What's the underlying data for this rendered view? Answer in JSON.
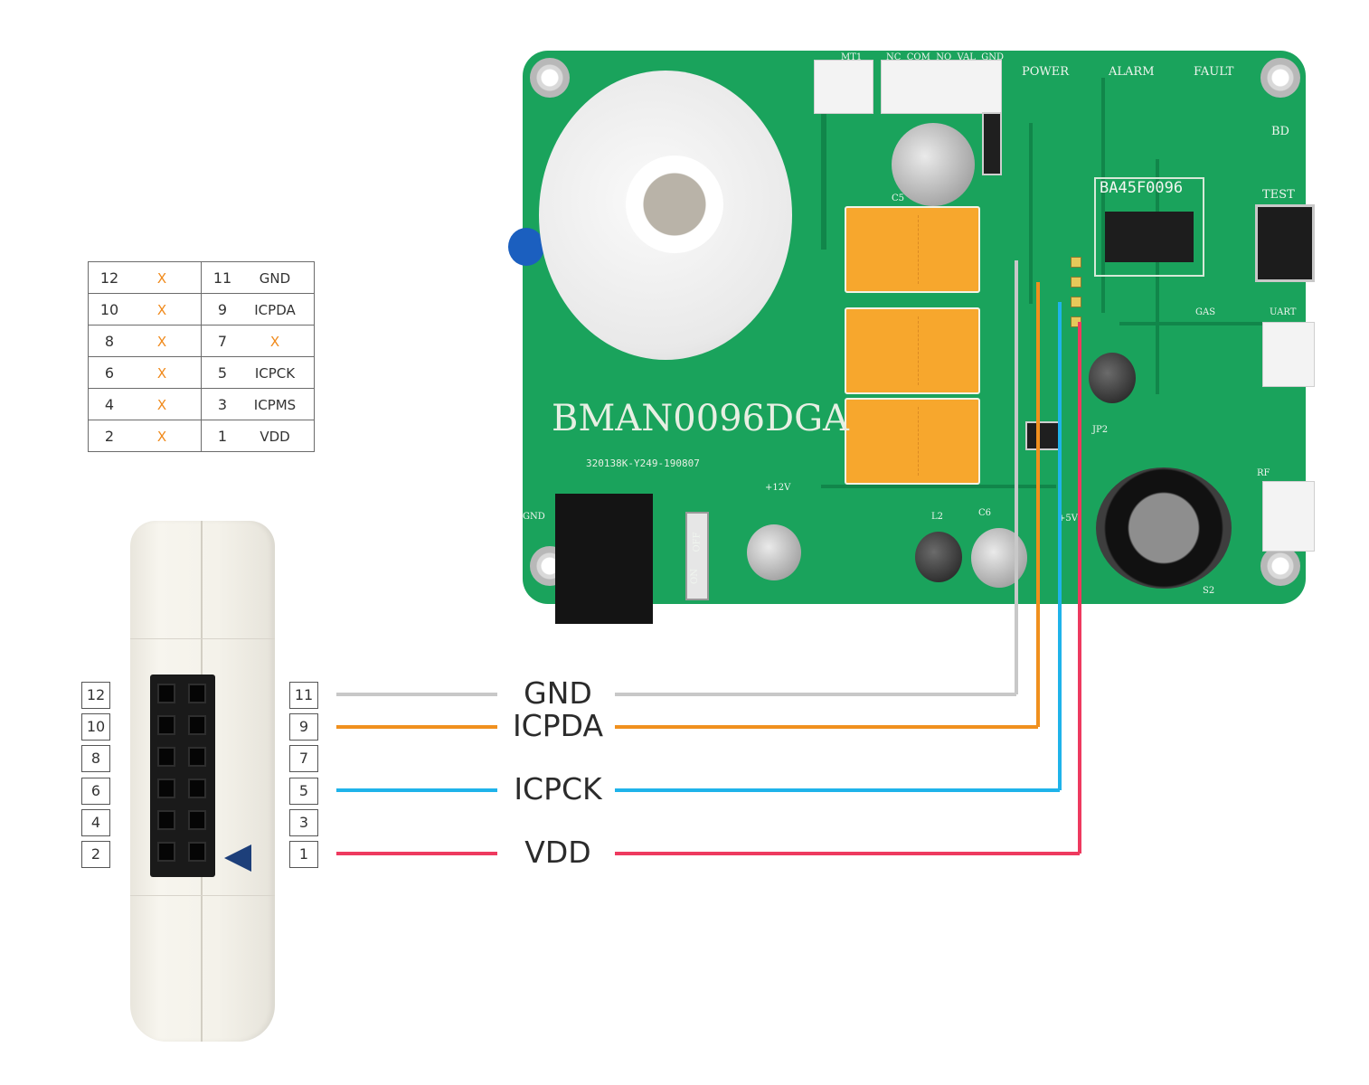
{
  "pin_table": {
    "rows": [
      {
        "left_num": "12",
        "left_sig": "X",
        "right_num": "11",
        "right_sig": "GND"
      },
      {
        "left_num": "10",
        "left_sig": "X",
        "right_num": "9",
        "right_sig": "ICPDA"
      },
      {
        "left_num": "8",
        "left_sig": "X",
        "right_num": "7",
        "right_sig": "X"
      },
      {
        "left_num": "6",
        "left_sig": "X",
        "right_num": "5",
        "right_sig": "ICPCK"
      },
      {
        "left_num": "4",
        "left_sig": "X",
        "right_num": "3",
        "right_sig": "ICPMS"
      },
      {
        "left_num": "2",
        "left_sig": "X",
        "right_num": "1",
        "right_sig": "VDD"
      }
    ]
  },
  "connector": {
    "left_pins": [
      "12",
      "10",
      "8",
      "6",
      "4",
      "2"
    ],
    "right_pins": [
      "11",
      "9",
      "7",
      "5",
      "3",
      "1"
    ]
  },
  "wiring": {
    "signals": [
      {
        "label": "GND",
        "color": "#c8c8c8"
      },
      {
        "label": "ICPDA",
        "color": "#f0901e"
      },
      {
        "label": "ICPCK",
        "color": "#1fb3ea"
      },
      {
        "label": "VDD",
        "color": "#ee3a5f"
      }
    ]
  },
  "board": {
    "name": "BMAN0096DGA",
    "serial": "320138K-Y249-190807",
    "chip": "BA45F0096",
    "silk": {
      "mt1": "MT1",
      "outputs": "NC  COM  NO  VAL  GND",
      "power": "POWER",
      "alarm": "ALARM",
      "fault": "FAULT",
      "bd": "BD",
      "test": "TEST",
      "uart": "UART",
      "gas": "GAS",
      "rf": "RF",
      "gnd": "GND",
      "v12": "+12V",
      "v5": "+5V",
      "jp2": "JP2",
      "s2": "S2",
      "c5": "C5",
      "c6": "C6",
      "l2": "L2",
      "off": "OFF",
      "on": "ON"
    }
  },
  "colors": {
    "pcb": "#1aa35c",
    "x_mark": "#f08a1c"
  }
}
